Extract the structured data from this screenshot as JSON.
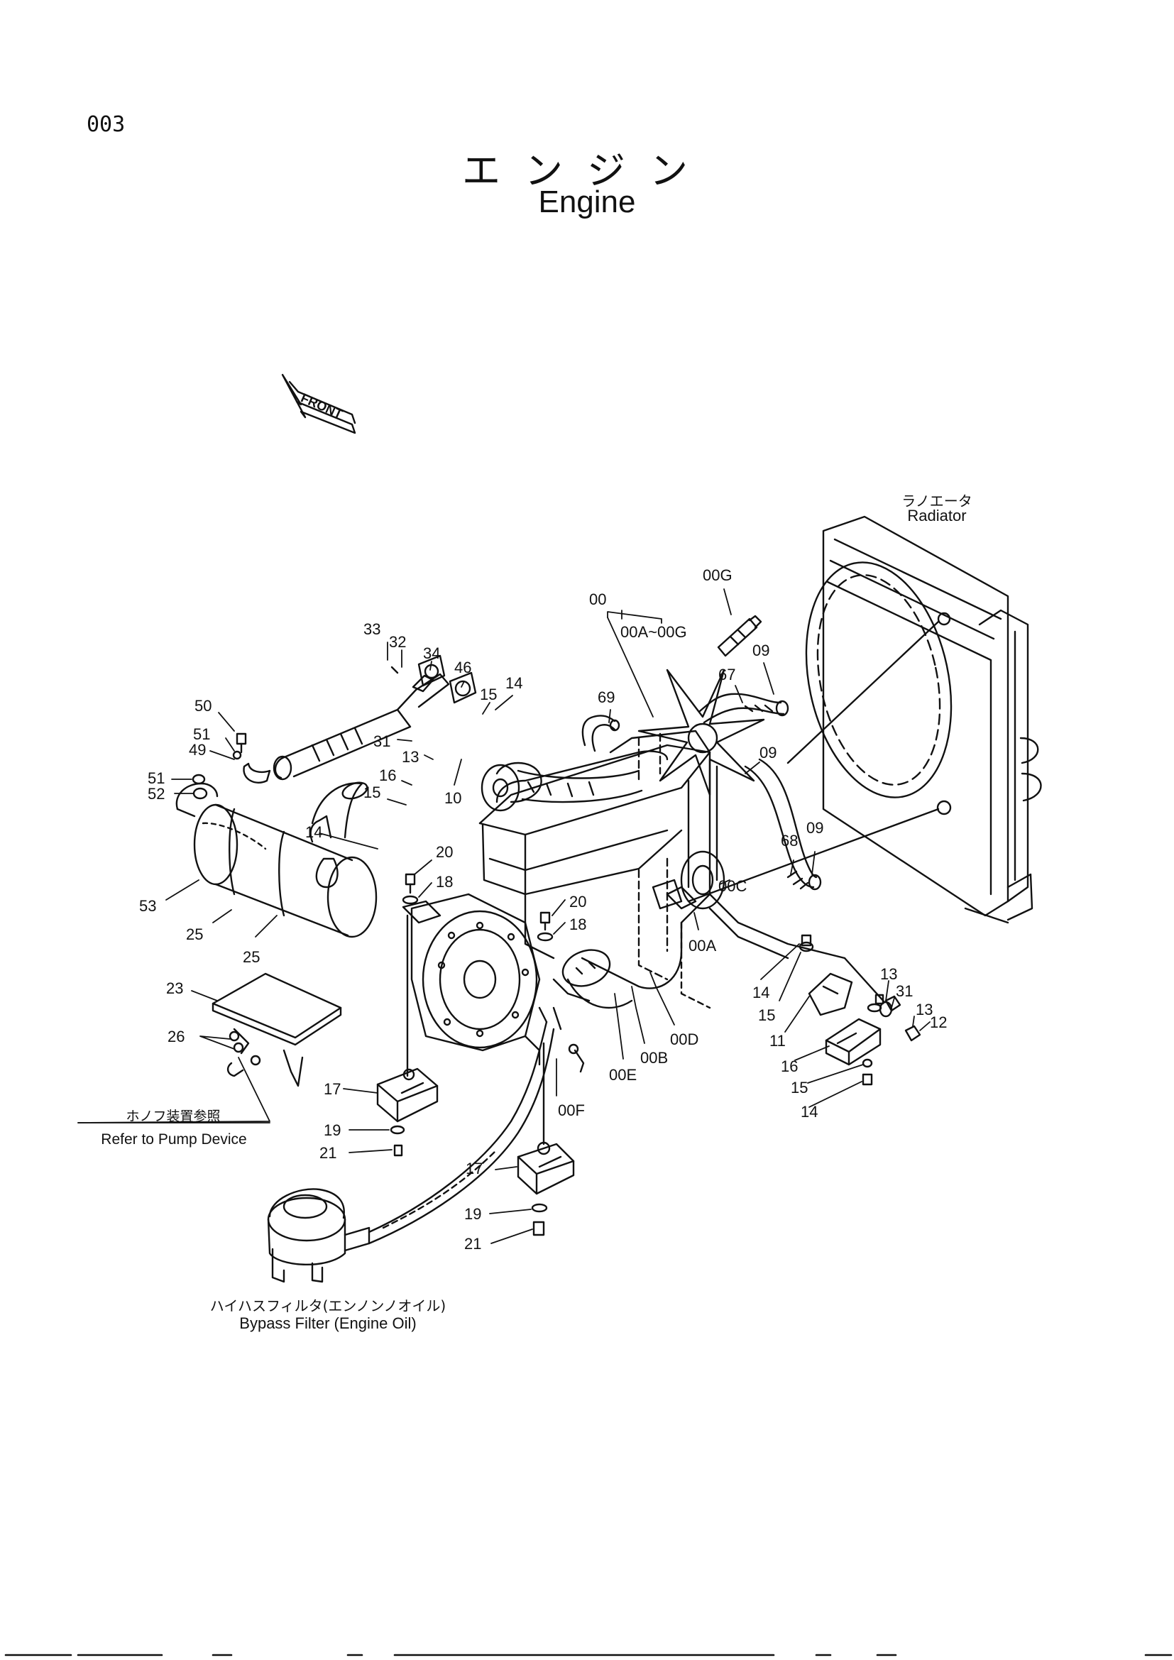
{
  "page_number": "003",
  "title_jp": "エンジン",
  "title_en": "Engine",
  "front_label": "FRONT",
  "captions": {
    "radiator_jp": "ラノエータ",
    "radiator_en": "Radiator",
    "pump_jp": "ホノフ装置参照",
    "pump_en": "Refer  to Pump Device",
    "filter_jp": "ハイハスフィルタ(エンノンノオイル)",
    "filter_en": "Bypass  Filter (Engine  Oil)",
    "assy_range": "00A~00G"
  },
  "callouts": {
    "c00": "00",
    "c00G": "00G",
    "c09a": "09",
    "c67": "67",
    "c69": "69",
    "c09b": "09",
    "c68": "68",
    "c09c": "09",
    "c00C": "00C",
    "c00A": "00A",
    "c33": "33",
    "c32": "32",
    "c34": "34",
    "c46": "46",
    "c15a": "15",
    "c14a": "14",
    "c31a": "31",
    "c13a": "13",
    "c16a": "16",
    "c15b": "15",
    "c14b": "14",
    "c10": "10",
    "c50": "50",
    "c51a": "51",
    "c49": "49",
    "c51b": "51",
    "c52": "52",
    "c53": "53",
    "c25a": "25",
    "c25b": "25",
    "c20a": "20",
    "c18a": "18",
    "c20b": "20",
    "c18b": "18",
    "c23": "23",
    "c26": "26",
    "c17a": "17",
    "c19a": "19",
    "c21a": "21",
    "c17b": "17",
    "c19b": "19",
    "c21b": "21",
    "c00F": "00F",
    "c00E": "00E",
    "c00B": "00B",
    "c00D": "00D",
    "c14c": "14",
    "c15c": "15",
    "c11": "11",
    "c16b": "16",
    "c15d": "15",
    "c14d": "14",
    "c13b": "13",
    "c31b": "31",
    "c13c": "13",
    "c12": "12"
  }
}
